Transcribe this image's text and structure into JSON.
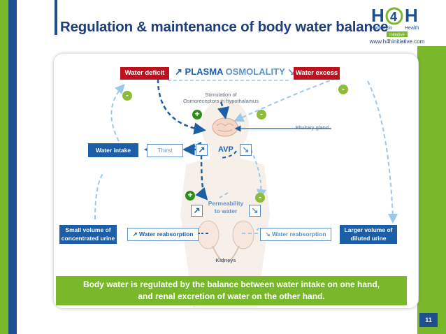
{
  "header": {
    "title": "Regulation & maintenance of body water balance",
    "website": "www.h4hinitiative.com",
    "logo": {
      "h_left": "H",
      "digit": "4",
      "h_right": "H",
      "hydration": "Hydration",
      "health": "Health",
      "initiative": "initiative"
    }
  },
  "diagram": {
    "water_deficit": "Water deficit",
    "water_excess": "Water excess",
    "plasma": "PLASMA",
    "osmolality": "OSMOLALITY",
    "stimulation_line1": "Stimulation of",
    "stimulation_line2": "Osmoreceptors in hypothalamus",
    "pituitary": "Pituitary gland",
    "water_intake": "Water intake",
    "thirst": "Thirst",
    "avp": "AVP",
    "permeability_line1": "Permeability",
    "permeability_line2": "to water",
    "small_volume_line1": "Small volume of",
    "small_volume_line2": "concentrated urine",
    "larger_volume_line1": "Larger volume of",
    "larger_volume_line2": "diluted urine",
    "reabsorption_left": "Water reabsorption",
    "reabsorption_right": "Water reabsorption",
    "kidneys": "Kidneys",
    "plus": "+",
    "minus": "-",
    "up_arrow": "↗",
    "down_arrow": "↘"
  },
  "footer": {
    "line1": "Body water is regulated by the balance between water intake on one hand,",
    "line2": "and renal excretion of water on the other hand."
  },
  "page_number": "11",
  "colors": {
    "navy": "#1c4f8f",
    "green": "#79b82a",
    "red": "#c0101e",
    "blue": "#1c5fa6",
    "dashed_light": "#9cc8ec"
  }
}
